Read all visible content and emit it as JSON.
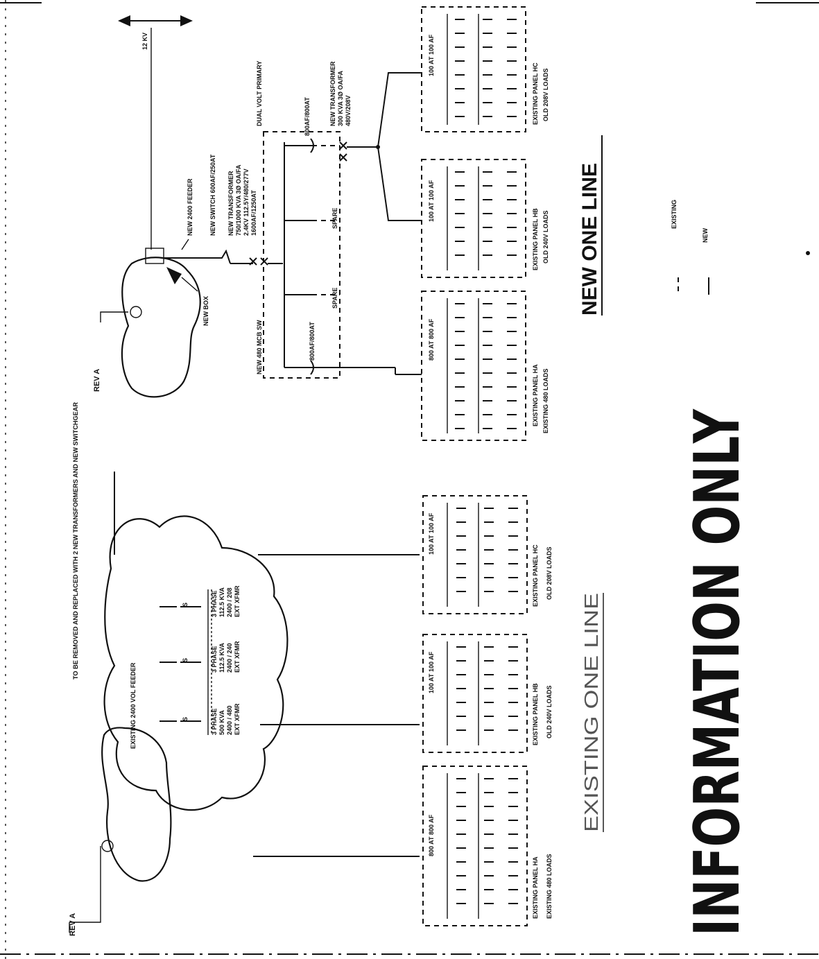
{
  "title_new": "NEW ONE LINE",
  "title_existing": "EXISTING ONE LINE",
  "watermark": "INFORMATION ONLY",
  "rev_left": "REV A",
  "rev_right": "REV A",
  "legend": {
    "existing": "EXISTING",
    "new": "NEW"
  },
  "feeder_voltage": "12 KV",
  "existing_note": "TO BE REMOVED AND REPLACED WITH 2 NEW TRANSFORMERS AND NEW SWITCHGEAR",
  "existing_feeder": "EXISTING 2400 VOL FEEDER",
  "existing_transformers": [
    [
      "3 PHASE",
      "500 KVA",
      "2400 / 480",
      "EXT XFMR"
    ],
    [
      "3 PHASE",
      "112.5 KVA",
      "2400 / 240",
      "EXT XFMR"
    ],
    [
      "3 PHASE",
      "112.5 KVA",
      "2400 / 208",
      "EXT XFMR"
    ]
  ],
  "new_feeder": "NEW 2400 FEEDER",
  "new_switch": "NEW SWITCH 600AF/250AT",
  "new_box": "NEW BOX",
  "new_transformer_1": [
    "NEW TRANSFORMER",
    "750/1000 KVA 3Ø OA/FA",
    "2.4KV 112.5Y/480/277V",
    "1600AF/1250AT"
  ],
  "new_transformer_2": [
    "NEW TRANSFORMER",
    "300 KVA 3Ø OA/FA",
    "480V/208V"
  ],
  "dual_voltage": "DUAL VOLT PRIMARY",
  "new_mcb": "NEW 480 MCB SW",
  "breakers": {
    "b1": "800AF/800AT",
    "b2": "800AF/800AT"
  },
  "spare_label": "SPARE",
  "panels_existing": [
    {
      "name": "EXISTING PANEL HA",
      "loads": "EXISTING 480 LOADS",
      "rating": "800 AT\n800 AF"
    },
    {
      "name": "EXISTING PANEL HB",
      "loads": "OLD 240V LOADS",
      "rating": "100 AT\n100 AF"
    },
    {
      "name": "EXISTING PANEL HC",
      "loads": "OLD 208V LOADS",
      "rating": "100 AT\n100 AF"
    }
  ],
  "panels_new": [
    {
      "name": "EXISTING PANEL HA",
      "loads": "EXISTING 480 LOADS",
      "rating": "800 AT\n800 AF"
    },
    {
      "name": "EXISTING PANEL HB",
      "loads": "OLD 240V LOADS",
      "rating": "100 AT\n100 AF"
    },
    {
      "name": "EXISTING PANEL HC",
      "loads": "OLD 208V LOADS",
      "rating": "100 AT\n100 AF"
    }
  ]
}
